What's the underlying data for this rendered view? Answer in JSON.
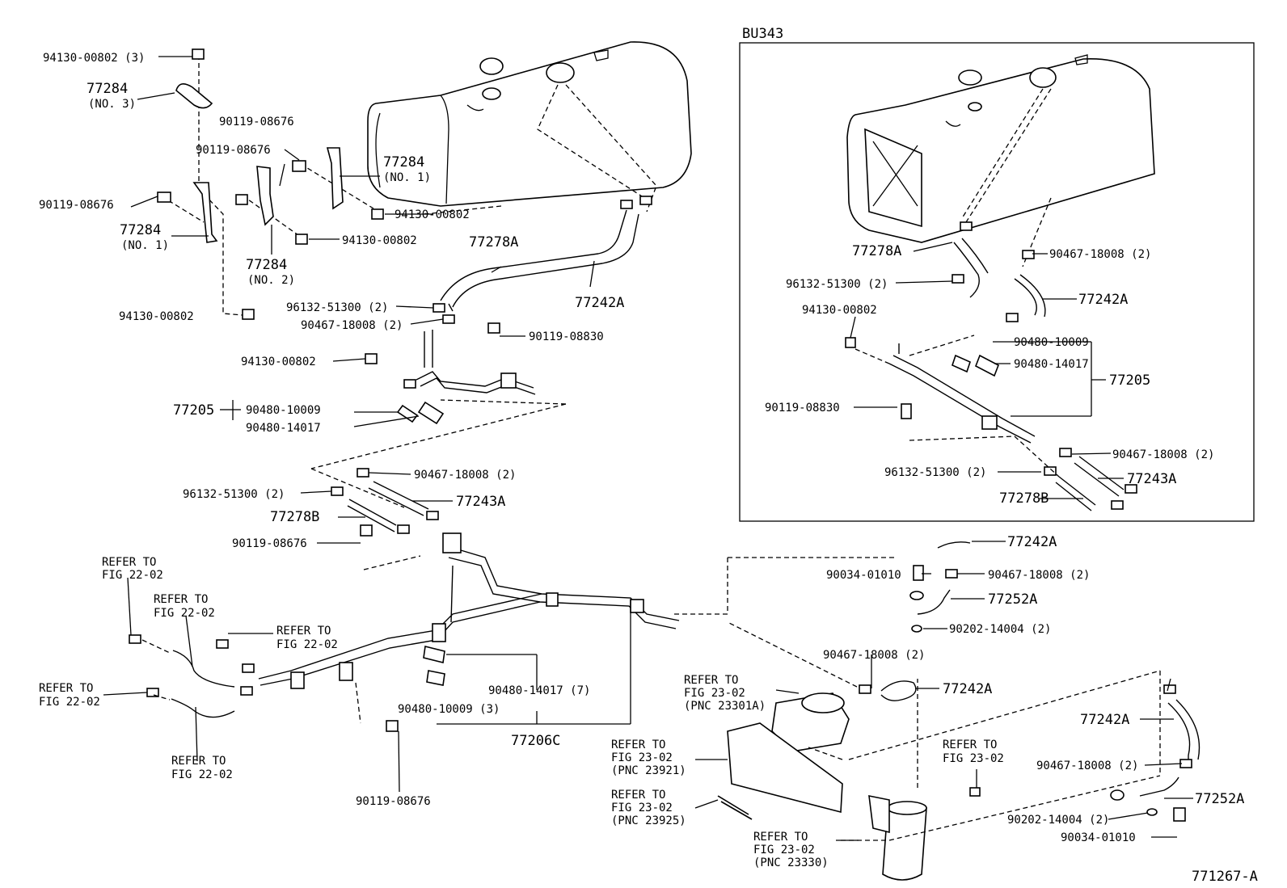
{
  "diagram": {
    "inset_title": "BU343",
    "figure_id": "771267-A",
    "labels": [
      "94130-00802 (3)",
      "77284",
      "(NO. 3)",
      "90119-08676",
      "90119-08676",
      "77284",
      "(NO. 1)",
      "90119-08676",
      "94130-00802",
      "77284",
      "(NO. 1)",
      "94130-00802",
      "77284",
      "(NO. 2)",
      "94130-00802",
      "77278A",
      "77242A",
      "96132-51300 (2)",
      "90467-18008 (2)",
      "90119-08830",
      "94130-00802",
      "77205",
      "90480-10009",
      "90480-14017",
      "90467-18008 (2)",
      "96132-51300 (2)",
      "77243A",
      "77278B",
      "90119-08676",
      "REFER TO",
      "FIG 22-02",
      "REFER TO",
      "FIG 22-02",
      "REFER TO",
      "FIG 22-02",
      "REFER TO",
      "FIG 22-02",
      "REFER TO",
      "FIG 22-02",
      "90480-14017 (7)",
      "90480-10009 (3)",
      "77206C",
      "90119-08676",
      "77242A",
      "90034-01010",
      "90467-18008 (2)",
      "77252A",
      "90202-14004 (2)",
      "90467-18008 (2)",
      "77242A",
      "REFER TO",
      "FIG 23-02",
      "(PNC 23301A)",
      "REFER TO",
      "FIG 23-02",
      "(PNC 23921)",
      "REFER TO",
      "FIG 23-02",
      "(PNC 23925)",
      "REFER TO",
      "FIG 23-02",
      "(PNC 23330)",
      "REFER TO",
      "FIG 23-02",
      "77242A",
      "90467-18008 (2)",
      "77252A",
      "90202-14004 (2)",
      "90034-01010",
      "77278A",
      "90467-18008 (2)",
      "96132-51300 (2)",
      "77242A",
      "94130-00802",
      "90480-10009",
      "90480-14017",
      "77205",
      "90119-08830",
      "90467-18008 (2)",
      "96132-51300 (2)",
      "77243A",
      "77278B"
    ]
  }
}
